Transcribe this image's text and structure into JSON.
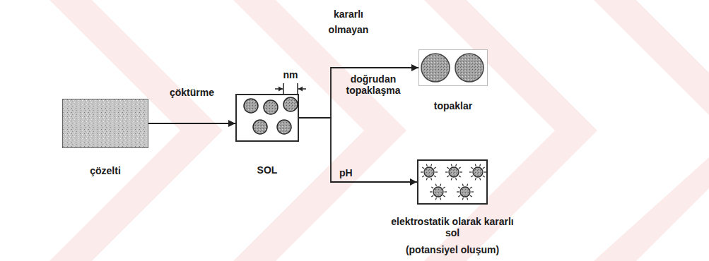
{
  "diagram": {
    "nodes": [
      {
        "text": [
          "çözelti"
        ]
      },
      {
        "text": [
          "SOL"
        ]
      },
      {
        "text": [
          "topaklar"
        ]
      },
      {
        "text": [
          "elektrostatik olarak kararlı sol",
          "(potansiyel oluşum)"
        ]
      }
    ],
    "edges": [
      {
        "from": 0,
        "to": 1,
        "arrow": "to",
        "label": "çöktürme"
      },
      {
        "from": 1,
        "to": 2,
        "arrow": "to",
        "label": "doğrudan topaklaşma"
      },
      {
        "from": 1,
        "to": 3,
        "arrow": "to",
        "label": "pH"
      }
    ],
    "labels": [
      "nm",
      "kararlı olmayan"
    ]
  }
}
